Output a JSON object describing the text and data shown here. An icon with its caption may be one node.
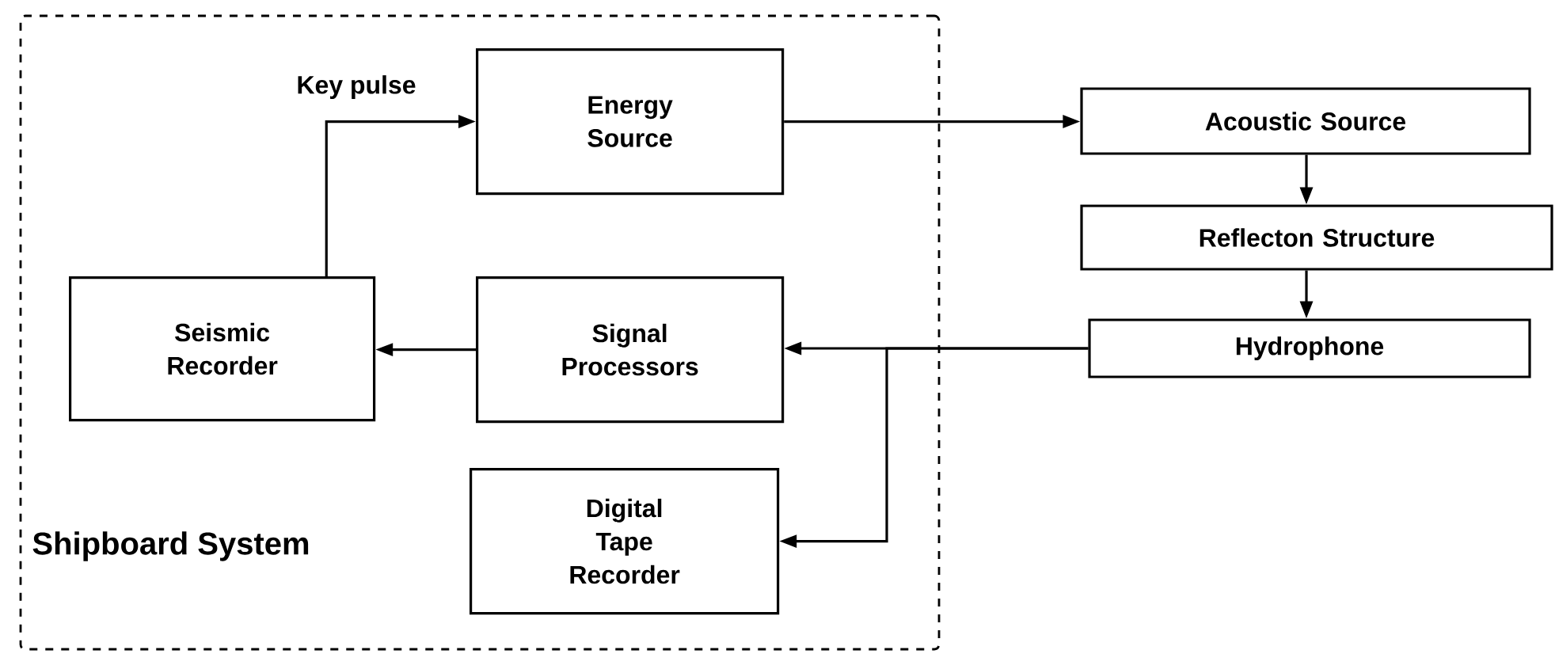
{
  "diagram": {
    "nodes": [
      {
        "text": [
          "Shipboard System"
        ]
      },
      {
        "text": [
          "Energy Source"
        ],
        "in": 0
      },
      {
        "text": [
          "Seismic Recorder"
        ],
        "in": 0
      },
      {
        "text": [
          "Signal Processors"
        ],
        "in": 0
      },
      {
        "text": [
          "Digital Tape Recorder"
        ],
        "in": 0
      },
      {
        "text": [
          "Acoustic Source"
        ]
      },
      {
        "text": [
          "Reflecton Structure"
        ]
      },
      {
        "text": [
          "Hydrophone"
        ]
      }
    ],
    "edges": [
      {
        "from": 2,
        "to": 1,
        "arrow": "to",
        "label": "Key pulse"
      },
      {
        "from": 1,
        "to": 5,
        "arrow": "to"
      },
      {
        "from": 5,
        "to": 6,
        "arrow": "to"
      },
      {
        "from": 6,
        "to": 7,
        "arrow": "to"
      },
      {
        "from": 7,
        "to": 3,
        "arrow": "to"
      },
      {
        "from": 7,
        "to": 4,
        "arrow": "to"
      },
      {
        "from": 3,
        "to": 2,
        "arrow": "to"
      }
    ]
  }
}
